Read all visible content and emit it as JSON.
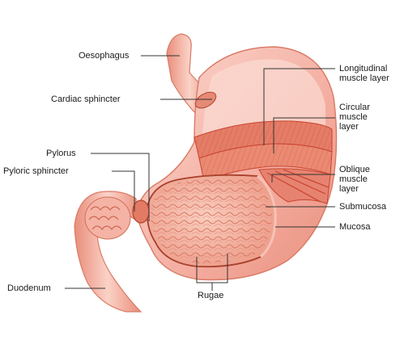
{
  "labels": {
    "oesophagus": "Oesophagus",
    "cardiac_sphincter": "Cardiac sphincter",
    "pylorus": "Pylorus",
    "pyloric_sphincter": "Pyloric sphincter",
    "duodenum": "Duodenum",
    "rugae": "Rugae",
    "longitudinal_muscle_layer": "Longitudinal muscle layer",
    "circular_muscle_layer": "Circular muscle layer",
    "oblique_muscle_layer": "Oblique muscle layer",
    "submucosa": "Submucosa",
    "mucosa": "Mucosa"
  },
  "colors": {
    "outer_wall": "#f2a898",
    "inner_pink": "#f9cfc4",
    "muscle_band": "#e0735d",
    "muscle_dark": "#c8432e",
    "mucosa": "#f0a08e",
    "leader_line": "#333333"
  }
}
